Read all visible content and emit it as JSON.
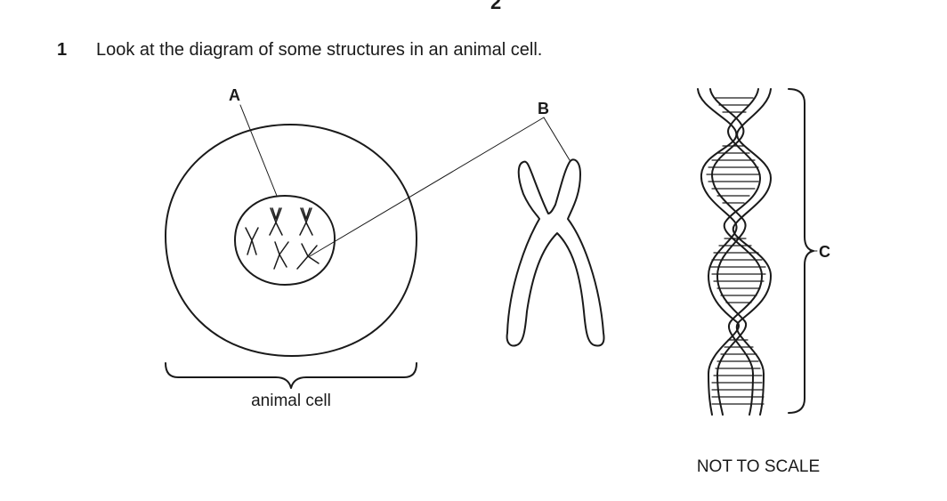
{
  "page_number": "2",
  "question": {
    "number": "1",
    "text": "Look at the diagram of some structures in an animal cell."
  },
  "labels": {
    "a": "A",
    "b": "B",
    "c": "C",
    "animal_cell": "animal cell"
  },
  "note": "NOT TO SCALE"
}
